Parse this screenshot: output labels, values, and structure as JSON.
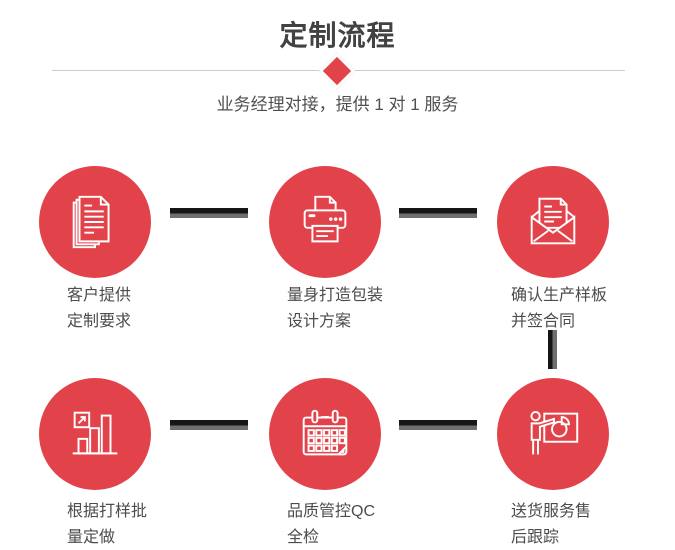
{
  "header": {
    "title": "定制流程",
    "subtitle": "业务经理对接，提供 1 对 1 服务"
  },
  "colors": {
    "accent_red": "#e2434b",
    "connector_dark": "#161616",
    "connector_gray": "#6f6f6f",
    "divider_gray": "#cccccc",
    "title_text": "#424242",
    "label_text": "#4c4c4c"
  },
  "steps": [
    {
      "icon": "documents-icon",
      "label_line1": "客户提供",
      "label_line2": "定制要求"
    },
    {
      "icon": "printer-icon",
      "label_line1": "量身打造包装",
      "label_line2": "设计方案"
    },
    {
      "icon": "envelope-icon",
      "label_line1": "确认生产样板",
      "label_line2": "并签合同"
    },
    {
      "icon": "bar-chart-icon",
      "label_line1": "根据打样批",
      "label_line2": "量定做"
    },
    {
      "icon": "calendar-icon",
      "label_line1": "品质管控QC",
      "label_line2": "全检"
    },
    {
      "icon": "presentation-icon",
      "label_line1": "送货服务售",
      "label_line2": "后跟踪"
    }
  ]
}
